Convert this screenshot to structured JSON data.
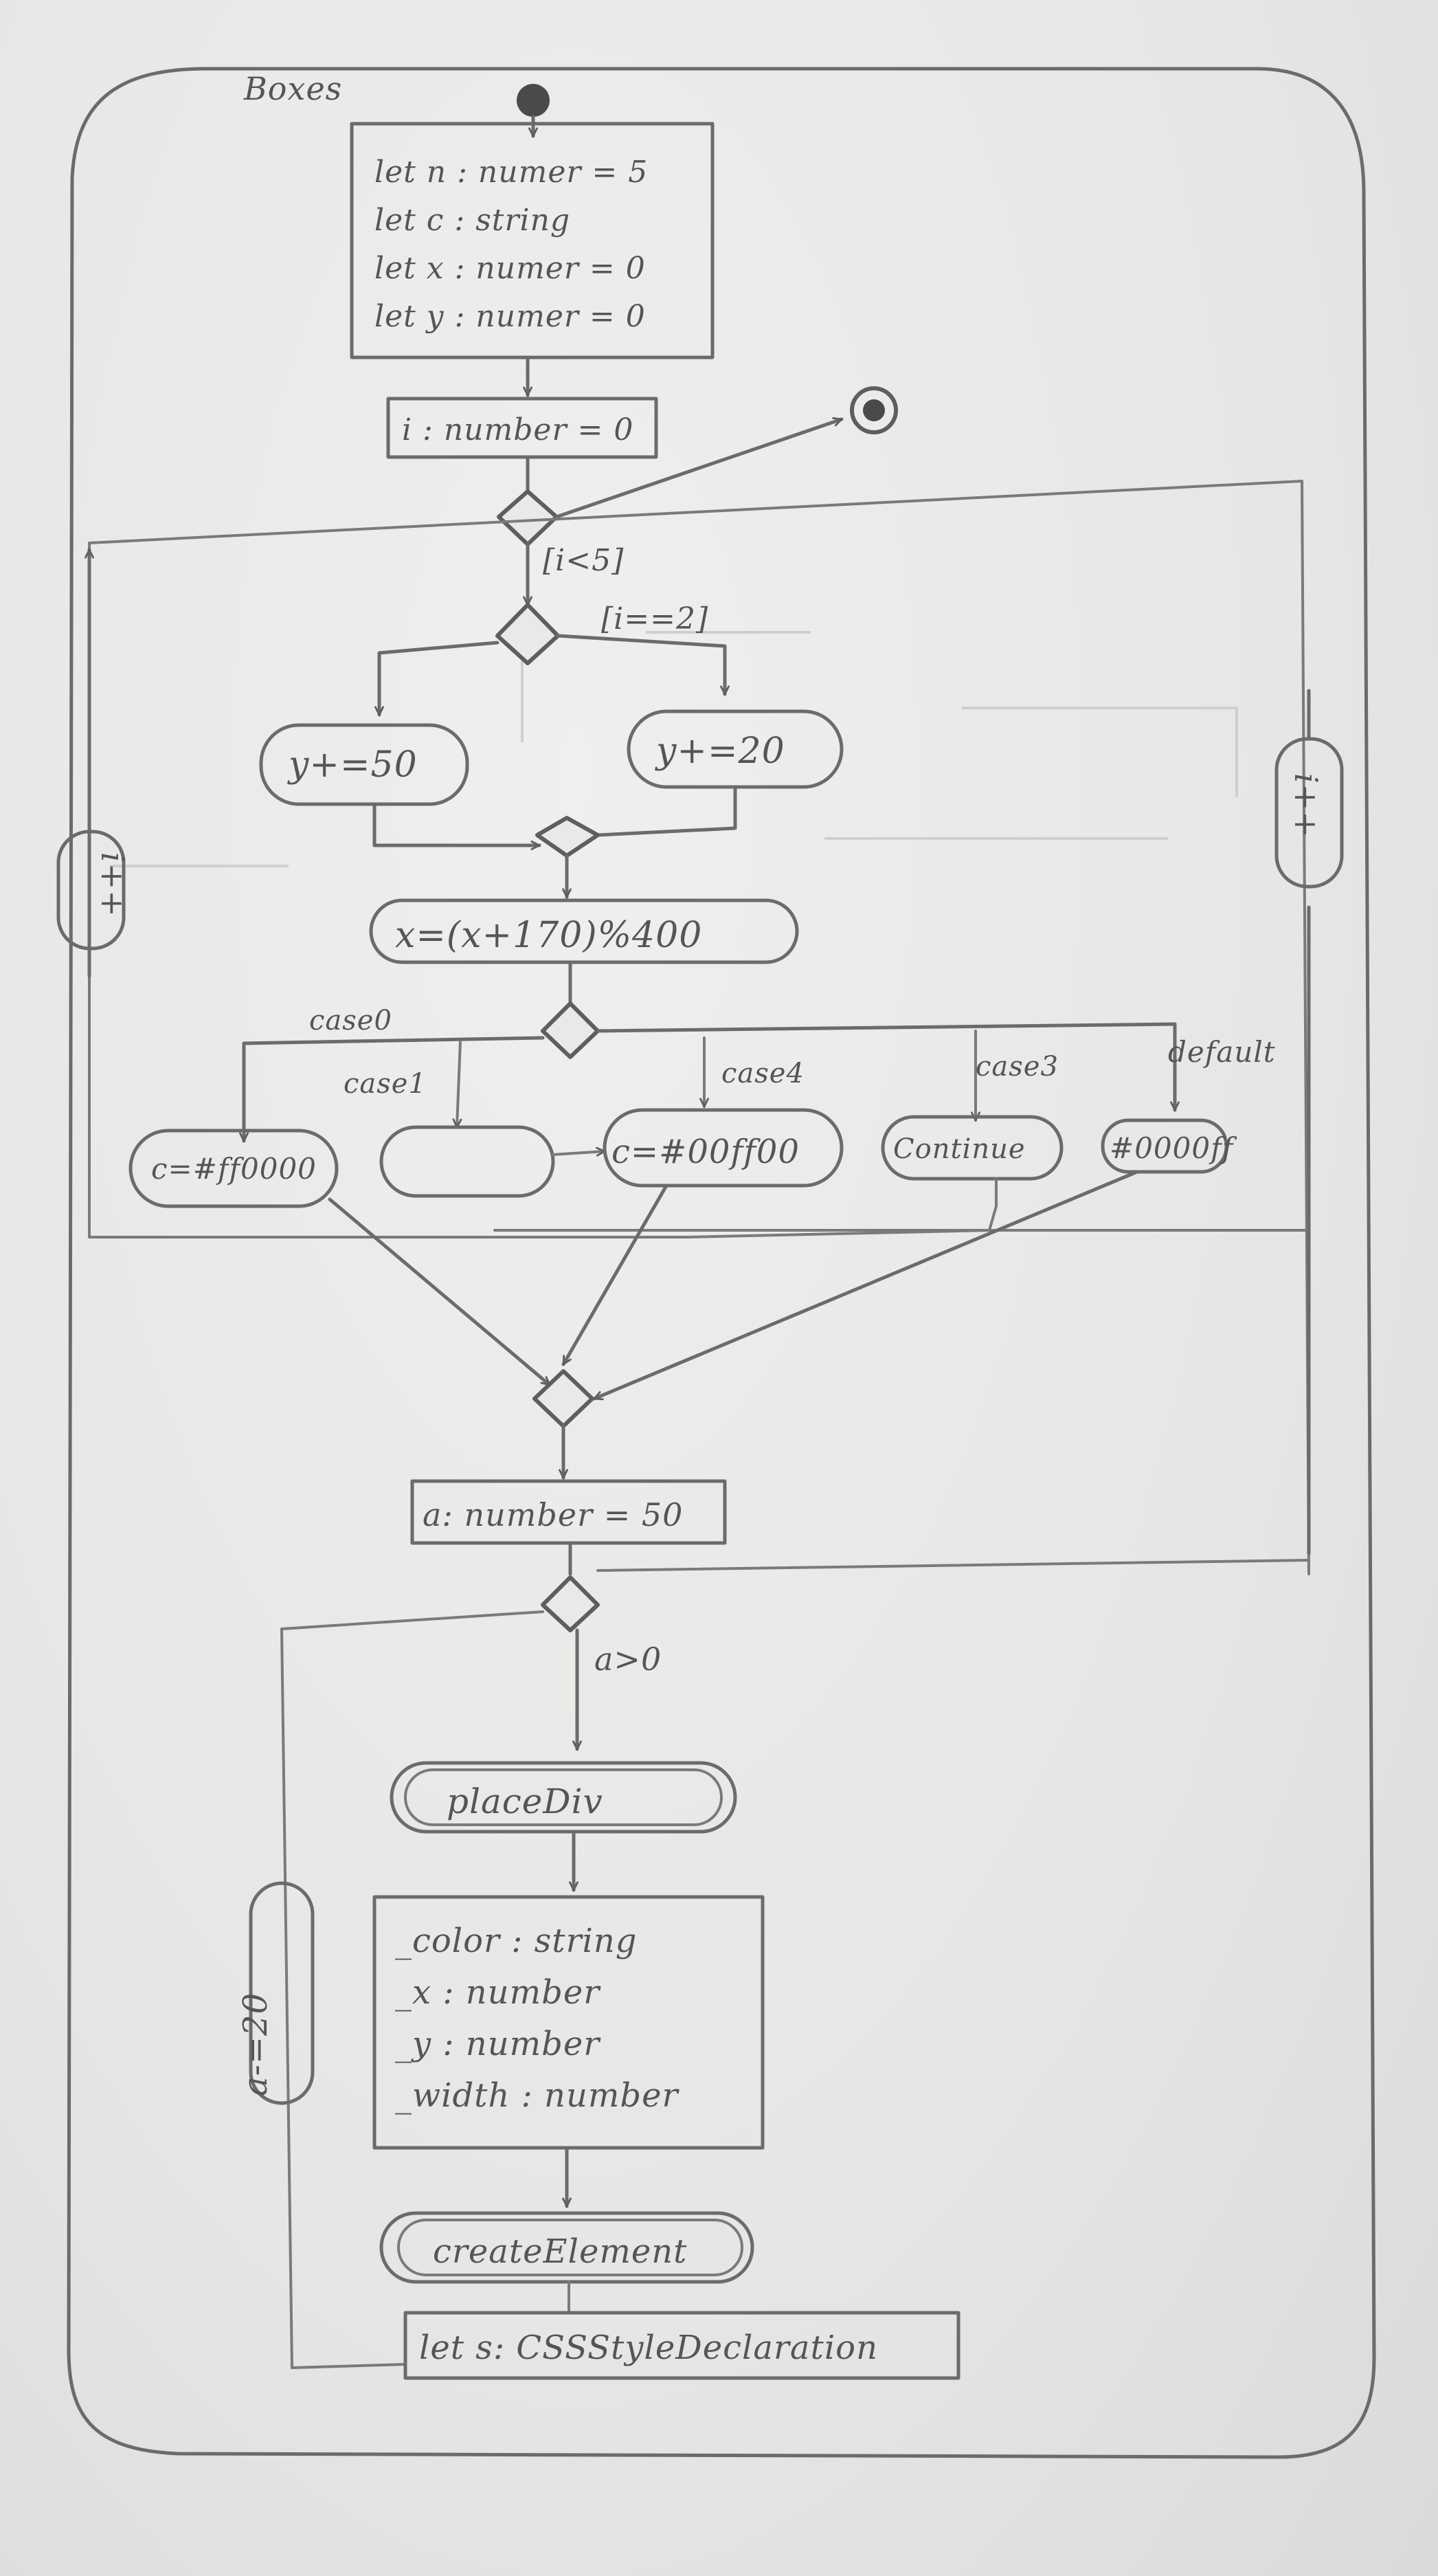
{
  "frame": {
    "title": "Boxes"
  },
  "init_box": {
    "lines": [
      "let n : numer = 5",
      "let c : string",
      "let x : numer = 0",
      "let y : numer = 0"
    ]
  },
  "loop_counter": "i : number = 0",
  "guards": {
    "i_lt_5": "[i<5]",
    "i_eq_2": "[i==2]",
    "a_gt_0": "a>0"
  },
  "loop_increment": "i++",
  "actions": {
    "y_plus_50": "y+=50",
    "y_plus_20": "y+=20",
    "x_assign": "x=(x+170)%400",
    "a_decrement": "a-=20",
    "a_assign": "a: number = 50"
  },
  "switch_cases": {
    "case0": "case0",
    "case1": "case1",
    "case4": "case4",
    "case3": "case3",
    "default": "default"
  },
  "case_actions": {
    "c_red": "c=#ff0000",
    "c_green": "c=#00ff00",
    "continue": "Continue",
    "c_blue": "#0000ff"
  },
  "calls": {
    "place_div": "placeDiv",
    "create_element": "createElement"
  },
  "params_box": {
    "lines": [
      "_color : string",
      "_x : number",
      "_y : number",
      "_width : number"
    ]
  },
  "style_decl": "let s: CSSStyleDeclaration"
}
